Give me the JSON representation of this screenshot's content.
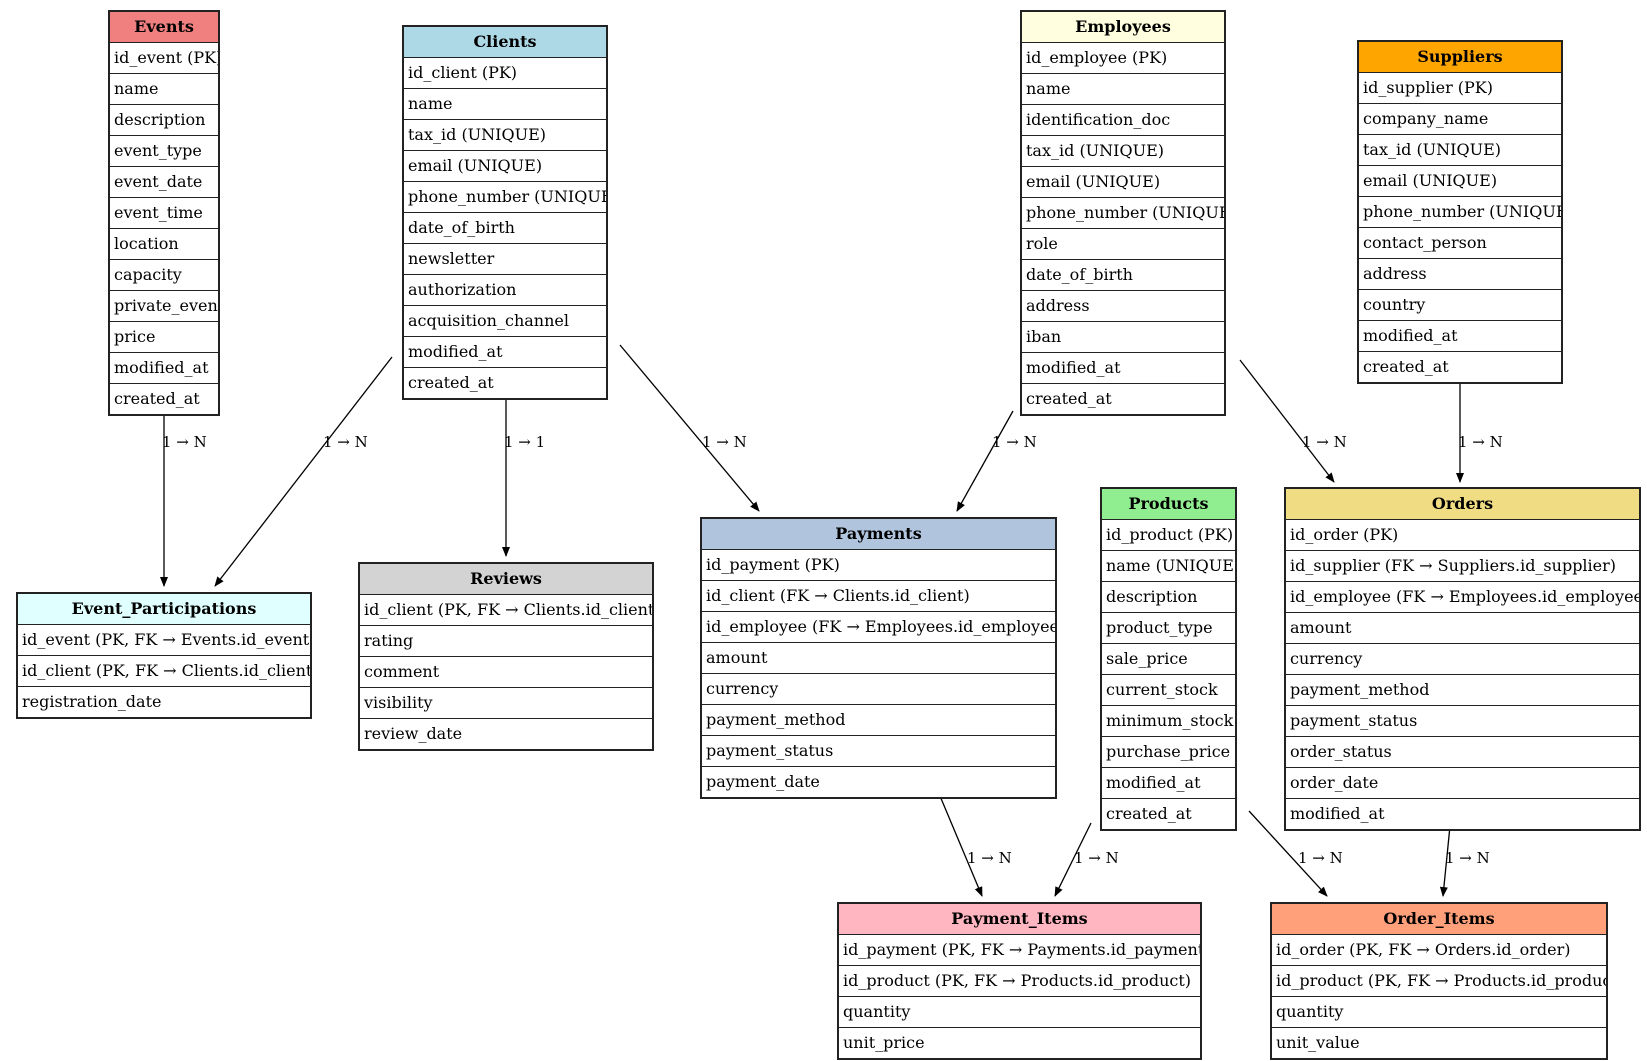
{
  "colors": {
    "Events": "#f08080",
    "Clients": "#add8e6",
    "Employees": "#ffffe0",
    "Suppliers": "#ffa500",
    "Event_Participations": "#e0ffff",
    "Reviews": "#d3d3d3",
    "Payments": "#b0c4de",
    "Products": "#90ee90",
    "Orders": "#f0dc82",
    "Payment_Items": "#ffb6c1",
    "Order_Items": "#ffa07a"
  },
  "entities": [
    {
      "id": "Events",
      "title": "Events",
      "fields": [
        "id_event (PK)",
        "name",
        "description",
        "event_type",
        "event_date",
        "event_time",
        "location",
        "capacity",
        "private_event",
        "price",
        "modified_at",
        "created_at"
      ]
    },
    {
      "id": "Clients",
      "title": "Clients",
      "fields": [
        "id_client (PK)",
        "name",
        "tax_id (UNIQUE)",
        "email (UNIQUE)",
        "phone_number (UNIQUE)",
        "date_of_birth",
        "newsletter",
        "authorization",
        "acquisition_channel",
        "modified_at",
        "created_at"
      ]
    },
    {
      "id": "Employees",
      "title": "Employees",
      "fields": [
        "id_employee (PK)",
        "name",
        "identification_doc",
        "tax_id (UNIQUE)",
        "email (UNIQUE)",
        "phone_number (UNIQUE)",
        "role",
        "date_of_birth",
        "address",
        "iban",
        "modified_at",
        "created_at"
      ]
    },
    {
      "id": "Suppliers",
      "title": "Suppliers",
      "fields": [
        "id_supplier (PK)",
        "company_name",
        "tax_id (UNIQUE)",
        "email (UNIQUE)",
        "phone_number (UNIQUE)",
        "contact_person",
        "address",
        "country",
        "modified_at",
        "created_at"
      ]
    },
    {
      "id": "Event_Participations",
      "title": "Event_Participations",
      "fields": [
        "id_event (PK, FK → Events.id_event)",
        "id_client (PK, FK → Clients.id_client)",
        "registration_date"
      ]
    },
    {
      "id": "Reviews",
      "title": "Reviews",
      "fields": [
        "id_client (PK, FK → Clients.id_client)",
        "rating",
        "comment",
        "visibility",
        "review_date"
      ]
    },
    {
      "id": "Payments",
      "title": "Payments",
      "fields": [
        "id_payment (PK)",
        "id_client (FK → Clients.id_client)",
        "id_employee (FK → Employees.id_employee)",
        "amount",
        "currency",
        "payment_method",
        "payment_status",
        "payment_date"
      ]
    },
    {
      "id": "Products",
      "title": "Products",
      "fields": [
        "id_product (PK)",
        "name (UNIQUE)",
        "description",
        "product_type",
        "sale_price",
        "current_stock",
        "minimum_stock",
        "purchase_price",
        "modified_at",
        "created_at"
      ]
    },
    {
      "id": "Orders",
      "title": "Orders",
      "fields": [
        "id_order (PK)",
        "id_supplier (FK → Suppliers.id_supplier)",
        "id_employee (FK → Employees.id_employee)",
        "amount",
        "currency",
        "payment_method",
        "payment_status",
        "order_status",
        "order_date",
        "modified_at"
      ]
    },
    {
      "id": "Payment_Items",
      "title": "Payment_Items",
      "fields": [
        "id_payment (PK, FK → Payments.id_payment)",
        "id_product (PK, FK → Products.id_product)",
        "quantity",
        "unit_price"
      ]
    },
    {
      "id": "Order_Items",
      "title": "Order_Items",
      "fields": [
        "id_order (PK, FK → Orders.id_order)",
        "id_product (PK, FK → Products.id_product)",
        "quantity",
        "unit_value"
      ]
    }
  ],
  "relationships": [
    {
      "from": "Events",
      "to": "Event_Participations",
      "label": "1 → N"
    },
    {
      "from": "Clients",
      "to": "Event_Participations",
      "label": "1 → N"
    },
    {
      "from": "Clients",
      "to": "Reviews",
      "label": "1 → 1"
    },
    {
      "from": "Clients",
      "to": "Payments",
      "label": "1 → N"
    },
    {
      "from": "Employees",
      "to": "Payments",
      "label": "1 → N"
    },
    {
      "from": "Employees",
      "to": "Orders",
      "label": "1 → N"
    },
    {
      "from": "Suppliers",
      "to": "Orders",
      "label": "1 → N"
    },
    {
      "from": "Payments",
      "to": "Payment_Items",
      "label": "1 → N"
    },
    {
      "from": "Products",
      "to": "Payment_Items",
      "label": "1 → N"
    },
    {
      "from": "Products",
      "to": "Order_Items",
      "label": "1 → N"
    },
    {
      "from": "Orders",
      "to": "Order_Items",
      "label": "1 → N"
    }
  ]
}
